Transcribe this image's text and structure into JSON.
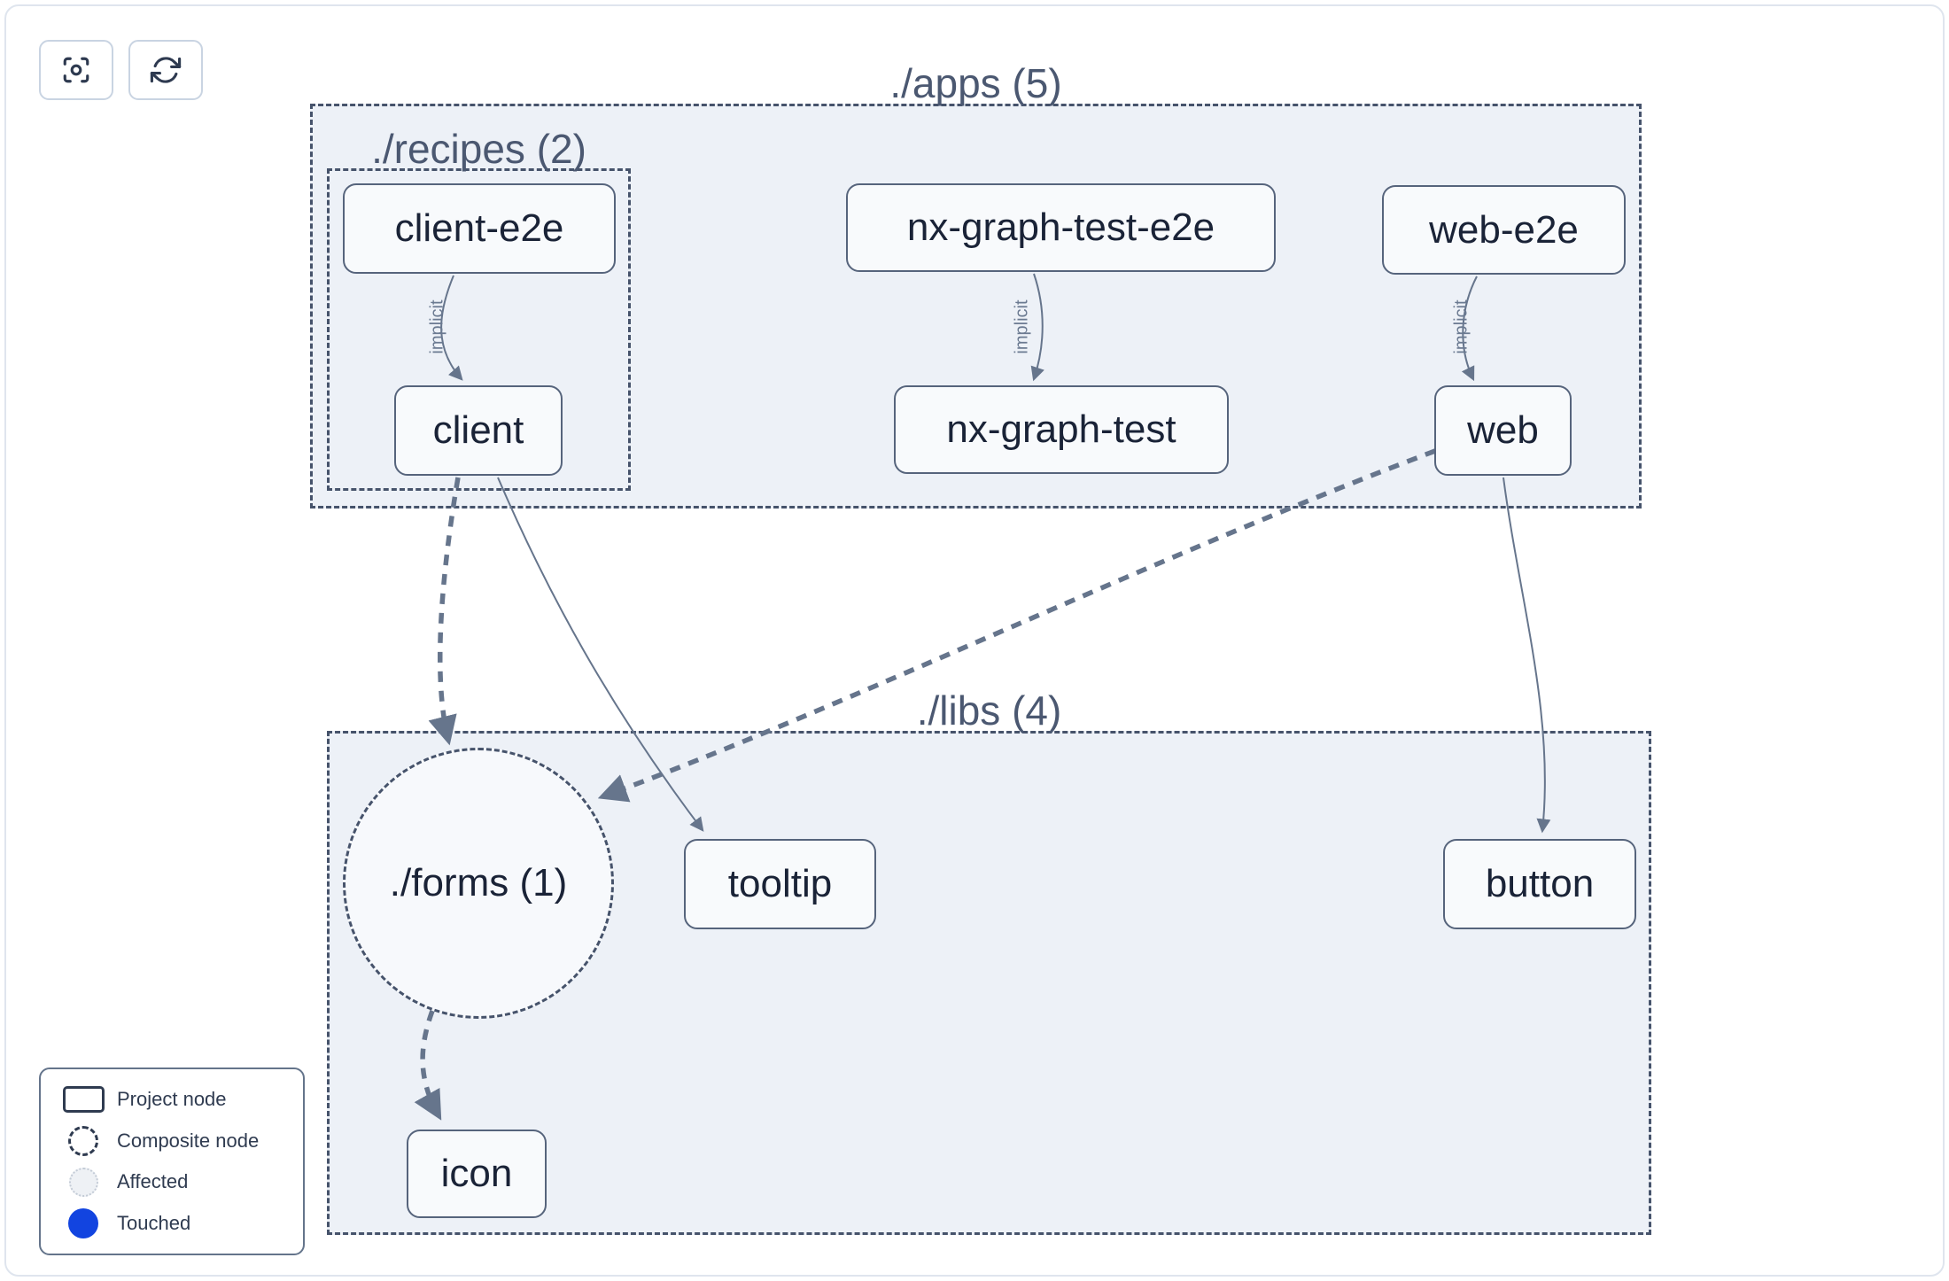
{
  "toolbar": {
    "buttons": [
      {
        "name": "focus",
        "icon": "focus-icon"
      },
      {
        "name": "refresh",
        "icon": "refresh-icon"
      }
    ]
  },
  "groups": {
    "apps": {
      "label": "./apps (5)"
    },
    "recipes": {
      "label": "./recipes (2)"
    },
    "libs": {
      "label": "./libs (4)"
    }
  },
  "nodes": {
    "client_e2e": {
      "label": "client-e2e",
      "type": "project"
    },
    "client": {
      "label": "client",
      "type": "project"
    },
    "nx_graph_test_e2e": {
      "label": "nx-graph-test-e2e",
      "type": "project"
    },
    "nx_graph_test": {
      "label": "nx-graph-test",
      "type": "project"
    },
    "web_e2e": {
      "label": "web-e2e",
      "type": "project"
    },
    "web": {
      "label": "web",
      "type": "project"
    },
    "forms": {
      "label": "./forms (1)",
      "type": "composite"
    },
    "tooltip": {
      "label": "tooltip",
      "type": "project"
    },
    "button": {
      "label": "button",
      "type": "project"
    },
    "icon": {
      "label": "icon",
      "type": "project"
    }
  },
  "edges": [
    {
      "from": "client-e2e",
      "to": "client",
      "label": "implicit",
      "style": "thin-arrow"
    },
    {
      "from": "nx-graph-test-e2e",
      "to": "nx-graph-test",
      "label": "implicit",
      "style": "thin-arrow"
    },
    {
      "from": "web-e2e",
      "to": "web",
      "label": "implicit",
      "style": "thin-arrow"
    },
    {
      "from": "client",
      "to": "./forms (1)",
      "label": "",
      "style": "thick-dashed-arrow"
    },
    {
      "from": "client",
      "to": "tooltip",
      "label": "",
      "style": "thin-arrow"
    },
    {
      "from": "web",
      "to": "./forms (1)",
      "label": "",
      "style": "thick-dashed-arrow"
    },
    {
      "from": "web",
      "to": "button",
      "label": "",
      "style": "thin-arrow"
    },
    {
      "from": "./forms (1)",
      "to": "icon",
      "label": "",
      "style": "thick-dashed-arrow"
    }
  ],
  "legend": {
    "items": [
      {
        "icon": "project-node-swatch",
        "label": "Project node"
      },
      {
        "icon": "composite-node-swatch",
        "label": "Composite node"
      },
      {
        "icon": "affected-swatch",
        "label": "Affected"
      },
      {
        "icon": "touched-swatch",
        "label": "Touched"
      }
    ]
  },
  "colors": {
    "touched_blue": "#1244e0",
    "container_fill": "#edf1f7",
    "dashed_border": "#46536b",
    "edge": "#66758c",
    "node_text": "#1a2337"
  }
}
